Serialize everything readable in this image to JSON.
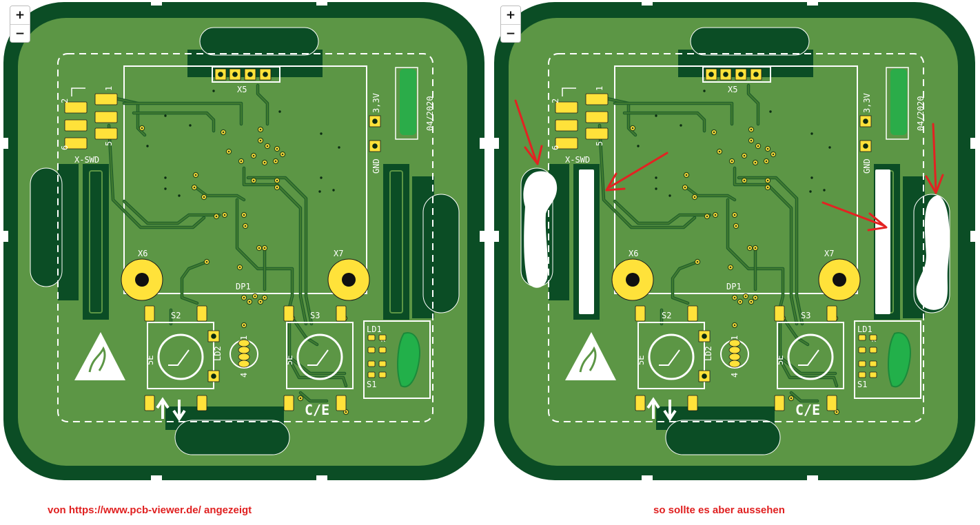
{
  "viewers": [
    {
      "id": "left",
      "zoom_in": "+",
      "zoom_out": "−",
      "show_white_cutouts": false,
      "show_arrows": false
    },
    {
      "id": "right",
      "zoom_in": "+",
      "zoom_out": "−",
      "show_white_cutouts": true,
      "show_arrows": true
    }
  ],
  "pcb": {
    "connector_x5": "X5",
    "connector_swd": "X-SWD",
    "pin_label_2": "2",
    "pin_label_1": "1",
    "pin_label_6": "6",
    "pin_label_5": "5",
    "mounting_x6": "X6",
    "mounting_x7": "X7",
    "switch_s2": "S2",
    "switch_s3": "S3",
    "switch_5e": "5E",
    "display": "DP1",
    "led_ld1": "LD1",
    "led_ld2": "LD2",
    "led_s1": "S1",
    "led_k": "k",
    "ld2_pin1": "1",
    "ld2_pin4": "4",
    "voltage_label": "3,3V",
    "gnd_label": "GND",
    "date_label": "04/2020",
    "ce_mark": "C/E",
    "arrow_glyphs": "↑↓"
  },
  "colors": {
    "board_dark": "#0b4d25",
    "board_light": "#5c9645",
    "trace": "#3f7a30",
    "silkscreen": "#ffffff",
    "pad": "#ffe23a",
    "green_marker": "#22b04a",
    "annotation_arrow": "#e32222",
    "caption_text": "#e02020"
  },
  "captions": {
    "left": "von https://www.pcb-viewer.de/ angezeigt",
    "right": "so sollte es aber aussehen"
  }
}
